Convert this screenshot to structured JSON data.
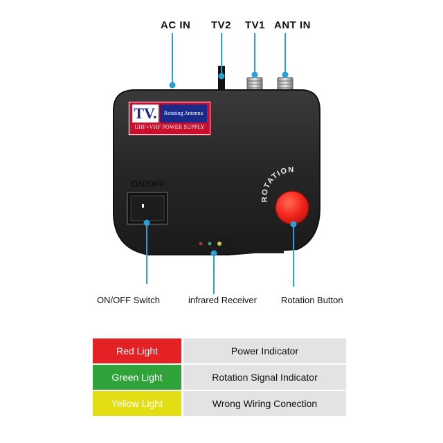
{
  "top_labels": {
    "ac_in": "AC IN",
    "tv2": "TV2",
    "tv1": "TV1",
    "ant_in": "ANT IN"
  },
  "badge": {
    "brand": "TV.",
    "subtitle": "Rotating Antenna",
    "supply": "UHF+VHF POWER SUPPLY"
  },
  "device": {
    "switch_label": "ON/OFF",
    "rotation_label": "ROTATION"
  },
  "callouts": {
    "switch": "ON/OFF Switch",
    "receiver": "infrared Receiver",
    "rotation": "Rotation Button"
  },
  "legend": [
    {
      "light": "Red Light",
      "meaning": "Power Indicator",
      "color": "#e42125",
      "text_color": "#ffffff"
    },
    {
      "light": "Green Light",
      "meaning": "Rotation Signal Indicator",
      "color": "#2fa33a",
      "text_color": "#ffffff"
    },
    {
      "light": "Yellow Light",
      "meaning": "Wrong Wiring Conection",
      "color": "#e3dd14",
      "text_color": "#ffffff"
    }
  ],
  "colors": {
    "accent": "#2a9fd6",
    "device_body": "#2b2b2b",
    "rotation_button": "#ff3a2a"
  }
}
